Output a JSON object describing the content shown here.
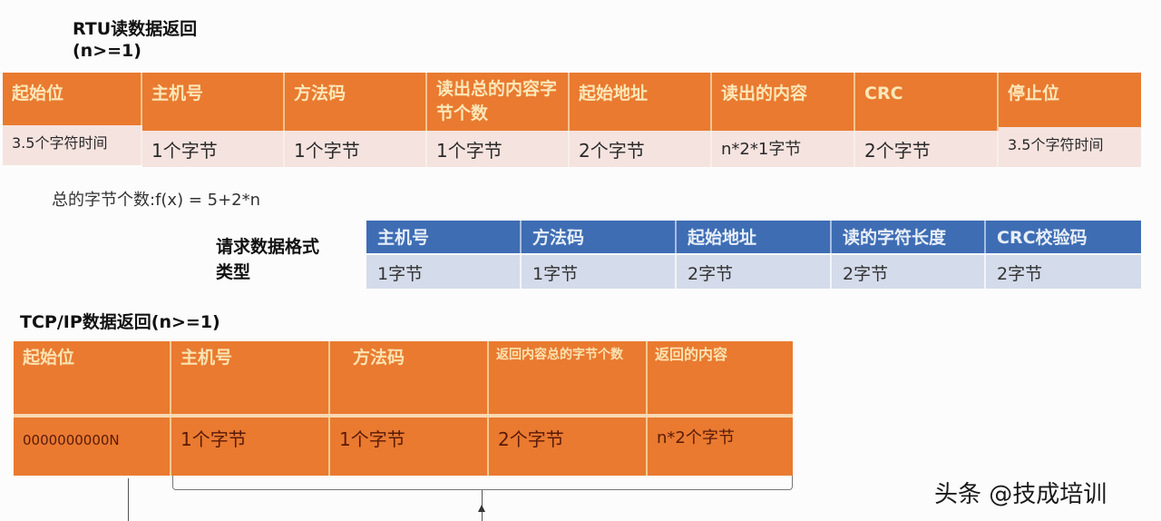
{
  "rtu": {
    "title_line1": "RTU读数据返回",
    "title_line2": "(n>=1)",
    "headers": [
      "起始位",
      "主机号",
      "方法码",
      "读出总的内容字节个数",
      "起始地址",
      "读出的内容",
      "CRC",
      "停止位"
    ],
    "values": [
      "3.5个字符时间",
      "1个字节",
      "1个字节",
      "1个字节",
      "2个字节",
      "n*2*1字节",
      "2个字节",
      "3.5个字符时间"
    ],
    "formula": "总的字节个数:f(x) = 5+2*n"
  },
  "request": {
    "label_line1": "请求数据格式",
    "label_line2": "类型",
    "headers": [
      "主机号",
      "方法码",
      "起始地址",
      "读的字符长度",
      "CRC校验码"
    ],
    "values": [
      "1字节",
      "1字节",
      "2字节",
      "2字节",
      "2字节"
    ]
  },
  "tcp": {
    "title": "TCP/IP数据返回(n>=1)",
    "headers": [
      "起始位",
      "主机号",
      "方法码",
      "返回内容总的字节个数",
      "返回的内容"
    ],
    "values": [
      "0000000000N",
      "1个字节",
      "1个字节",
      "2个字节",
      "n*2个字节"
    ]
  },
  "watermark": "头条 @技成培训",
  "colors": {
    "orange": "#e97a30",
    "rtu_value_bg": "#f5e3df",
    "blue": "#3e6db4",
    "blue_value_bg": "#d4dbea"
  }
}
